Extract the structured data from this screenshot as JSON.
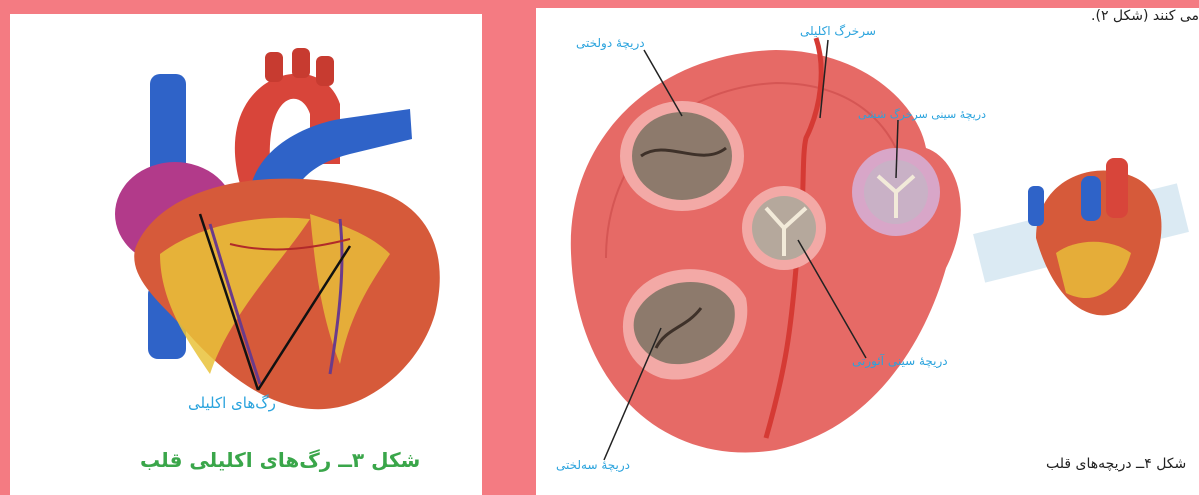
{
  "figure3": {
    "vessel_label": "رگ‌های اکلیلی",
    "caption": "شکل ۳ــ رگ‌های اکلیلی قلب"
  },
  "figure4": {
    "top_text": "می کنند (شکل ۲).",
    "labels": {
      "bicuspid": "دریچهٔ دولختی",
      "coronary_artery": "سرخرگ اکلیلی",
      "pulmonary_valve": "دریچهٔ سینی سرخرگ ششی",
      "aortic_valve": "دریچهٔ سینی آئورتی",
      "tricuspid": "دریچهٔ سه‌لختی"
    },
    "caption": "شکل ۴ــ دریچه‌های قلب"
  }
}
